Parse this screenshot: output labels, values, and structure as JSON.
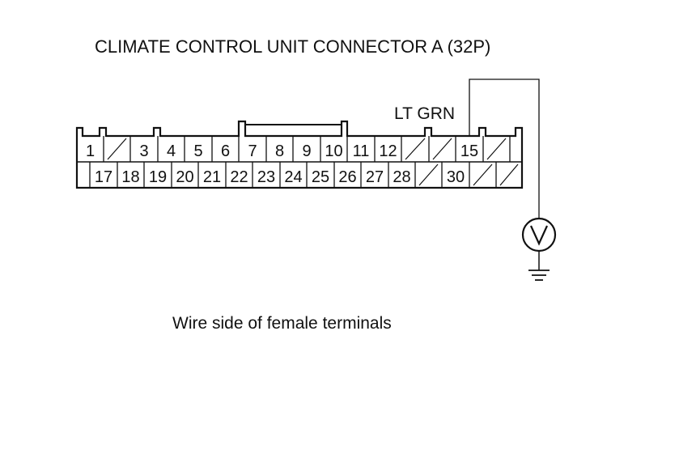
{
  "title": "CLIMATE CONTROL UNIT CONNECTOR A (32P)",
  "caption": "Wire side of female terminals",
  "wire_color_label": "LT GRN",
  "meter_icon": "voltmeter-icon",
  "ground_icon": "ground-icon",
  "probed_terminal": "15",
  "connector": {
    "pin_count": "32P",
    "top_row": [
      "1",
      "",
      "3",
      "4",
      "5",
      "6",
      "7",
      "8",
      "9",
      "10",
      "11",
      "12",
      "",
      "",
      "15",
      "",
      ""
    ],
    "bottom_row": [
      "",
      "17",
      "18",
      "19",
      "20",
      "21",
      "22",
      "23",
      "24",
      "25",
      "26",
      "27",
      "28",
      "",
      "30",
      "",
      ""
    ]
  }
}
